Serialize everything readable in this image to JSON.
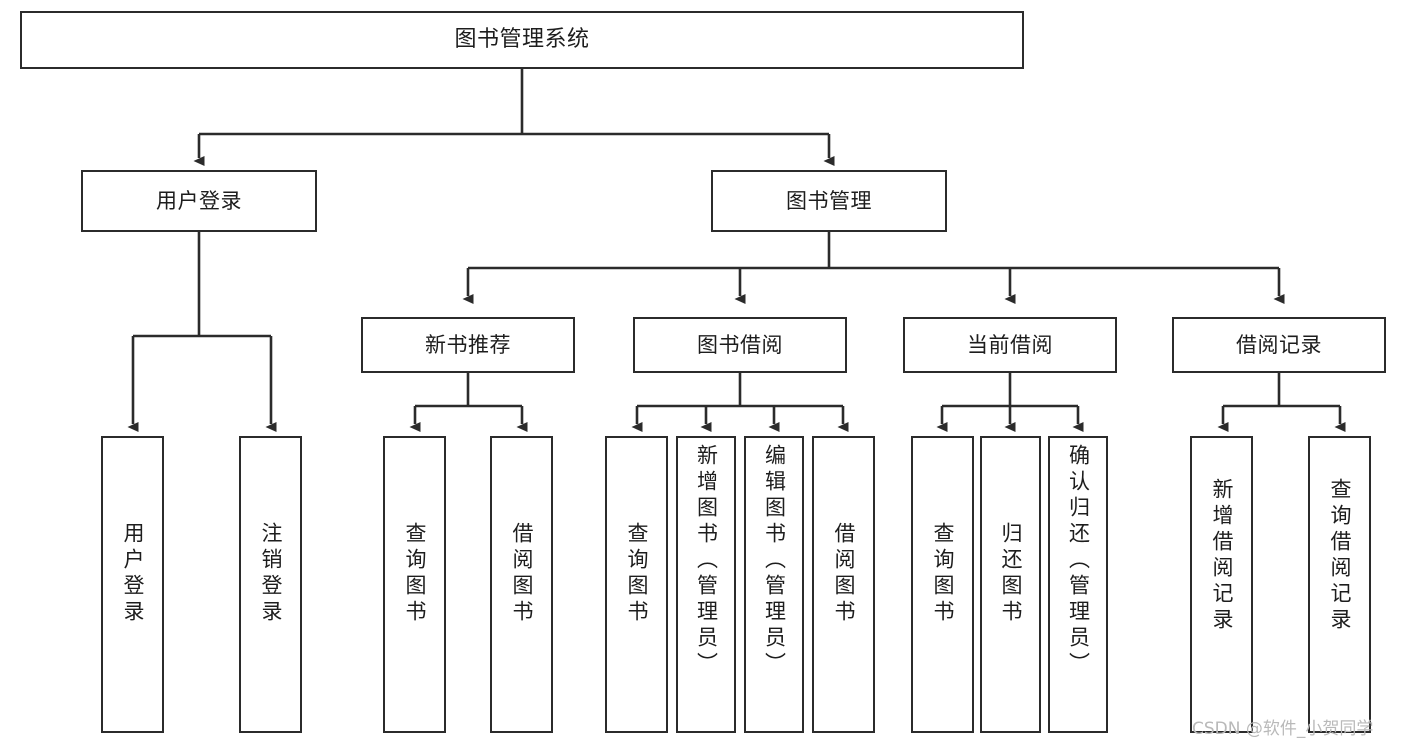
{
  "diagram": {
    "title": "图书管理系统",
    "type": "hierarchy-tree",
    "root": {
      "id": "root",
      "label": "图书管理系统"
    },
    "level2": [
      {
        "id": "user-login",
        "label": "用户登录"
      },
      {
        "id": "book-manage",
        "label": "图书管理"
      }
    ],
    "level3": [
      {
        "id": "new-book-recommend",
        "label": "新书推荐",
        "parent": "book-manage"
      },
      {
        "id": "book-borrow",
        "label": "图书借阅",
        "parent": "book-manage"
      },
      {
        "id": "current-borrow",
        "label": "当前借阅",
        "parent": "book-manage"
      },
      {
        "id": "borrow-record",
        "label": "借阅记录",
        "parent": "book-manage"
      }
    ],
    "leaves": [
      {
        "id": "leaf-user-login",
        "label": "用户登录",
        "parent": "user-login"
      },
      {
        "id": "leaf-logout-login",
        "label": "注销登录",
        "parent": "user-login"
      },
      {
        "id": "leaf-query-book-1",
        "label": "查询图书",
        "parent": "new-book-recommend"
      },
      {
        "id": "leaf-borrow-book-1",
        "label": "借阅图书",
        "parent": "new-book-recommend"
      },
      {
        "id": "leaf-query-book-2",
        "label": "查询图书",
        "parent": "book-borrow"
      },
      {
        "id": "leaf-add-book",
        "label": "新增图书（管理员）",
        "parent": "book-borrow"
      },
      {
        "id": "leaf-edit-book",
        "label": "编辑图书（管理员）",
        "parent": "book-borrow"
      },
      {
        "id": "leaf-borrow-book-2",
        "label": "借阅图书",
        "parent": "book-borrow"
      },
      {
        "id": "leaf-query-book-3",
        "label": "查询图书",
        "parent": "current-borrow"
      },
      {
        "id": "leaf-return-book",
        "label": "归还图书",
        "parent": "current-borrow"
      },
      {
        "id": "leaf-confirm-return",
        "label": "确认归还（管理员）",
        "parent": "current-borrow"
      },
      {
        "id": "leaf-add-record",
        "label": "新增借阅记录",
        "parent": "borrow-record"
      },
      {
        "id": "leaf-query-record",
        "label": "查询借阅记录",
        "parent": "borrow-record"
      }
    ]
  },
  "watermark": {
    "text": "CSDN @软件_小贺同学"
  },
  "colors": {
    "stroke": "#2b2b2b",
    "fill": "#ffffff",
    "text": "#1d1d1d",
    "watermark": "#b9b9b9"
  }
}
